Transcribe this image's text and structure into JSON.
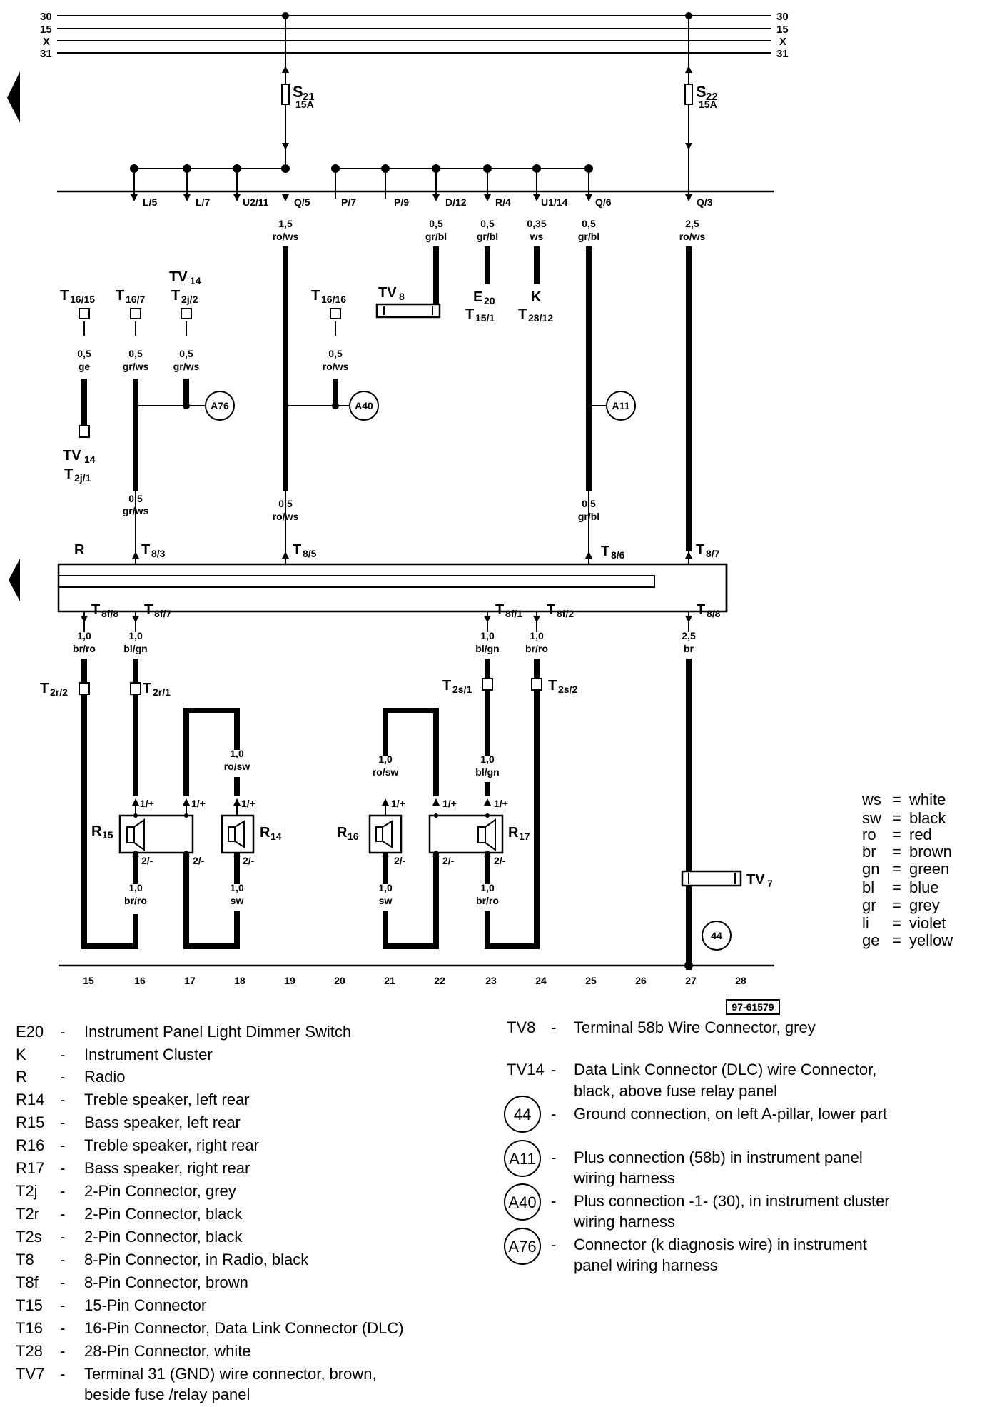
{
  "bus_labels": {
    "b30": "30",
    "b15": "15",
    "bx": "X",
    "b31": "31"
  },
  "fuses": {
    "s21": {
      "name": "S",
      "sub": "21",
      "rating": "15A"
    },
    "s22": {
      "name": "S",
      "sub": "22",
      "rating": "15A"
    }
  },
  "pins_top": [
    "L/5",
    "L/7",
    "U2/11",
    "Q/5",
    "P/7",
    "P/9",
    "D/12",
    "R/4",
    "U1/14",
    "Q/6",
    "Q/3"
  ],
  "wires_top": {
    "w19": {
      "size": "1,5",
      "color": "ro/ws"
    },
    "w22": {
      "size": "0,5",
      "color": "gr/bl"
    },
    "w23": {
      "size": "0,5",
      "color": "gr/bl"
    },
    "w24": {
      "size": "0,35",
      "color": "ws"
    },
    "w25": {
      "size": "0,5",
      "color": "gr/bl"
    },
    "w27": {
      "size": "2,5",
      "color": "ro/ws"
    }
  },
  "connectors": {
    "t16_15": {
      "main": "T",
      "sub": "16/15"
    },
    "t16_7": {
      "main": "T",
      "sub": "16/7"
    },
    "tv14_top": {
      "main": "TV",
      "sub": "14"
    },
    "t2j2": {
      "main": "T",
      "sub": "2j/2"
    },
    "t16_16": {
      "main": "T",
      "sub": "16/16"
    },
    "tv8": {
      "main": "TV",
      "sub": "8"
    },
    "e20": {
      "main": "E",
      "sub": "20"
    },
    "t15_1": {
      "main": "T",
      "sub": "15/1"
    },
    "k": {
      "main": "K"
    },
    "t28_12": {
      "main": "T",
      "sub": "28/12"
    },
    "tv14_bot": {
      "main": "TV",
      "sub": "14"
    },
    "t2j1": {
      "main": "T",
      "sub": "2j/1"
    }
  },
  "wires_mid": {
    "m15a": {
      "size": "0,5",
      "color": "ge"
    },
    "m16a": {
      "size": "0,5",
      "color": "gr/ws"
    },
    "m17a": {
      "size": "0,5",
      "color": "gr/ws"
    },
    "m19a": {
      "size": "0,5",
      "color": "ro/ws"
    },
    "m16b": {
      "size": "0,5",
      "color": "gr/ws"
    },
    "m19b": {
      "size": "0,5",
      "color": "ro/ws"
    },
    "m25b": {
      "size": "0,5",
      "color": "gr/bl"
    }
  },
  "circles": {
    "a76": "A76",
    "a40": "A40",
    "a11": "A11",
    "g44": "44"
  },
  "radio": {
    "label": "R",
    "t8_3": {
      "main": "T",
      "sub": "8/3"
    },
    "t8_5": {
      "main": "T",
      "sub": "8/5"
    },
    "t8_6": {
      "main": "T",
      "sub": "8/6"
    },
    "t8_7": {
      "main": "T",
      "sub": "8/7"
    },
    "t8f_8": {
      "main": "T",
      "sub": "8f/8"
    },
    "t8f_7": {
      "main": "T",
      "sub": "8f/7"
    },
    "t8f_1": {
      "main": "T",
      "sub": "8f/1"
    },
    "t8f_2": {
      "main": "T",
      "sub": "8f/2"
    },
    "t8_8": {
      "main": "T",
      "sub": "8/8"
    }
  },
  "wires_low": {
    "l15": {
      "size": "1,0",
      "color": "br/ro"
    },
    "l16": {
      "size": "1,0",
      "color": "bl/gn"
    },
    "l23": {
      "size": "1,0",
      "color": "bl/gn"
    },
    "l24": {
      "size": "1,0",
      "color": "br/ro"
    },
    "l27": {
      "size": "2,5",
      "color": "br"
    },
    "l18": {
      "size": "1,0",
      "color": "ro/sw"
    },
    "l21": {
      "size": "1,0",
      "color": "ro/sw"
    },
    "l23b": {
      "size": "1,0",
      "color": "bl/gn"
    },
    "l16c": {
      "size": "1,0",
      "color": "br/ro"
    },
    "l18c": {
      "size": "1,0",
      "color": "sw"
    },
    "l21c": {
      "size": "1,0",
      "color": "sw"
    },
    "l23c": {
      "size": "1,0",
      "color": "br/ro"
    }
  },
  "speaker_conns": {
    "t2r2": {
      "main": "T",
      "sub": "2r/2"
    },
    "t2r1": {
      "main": "T",
      "sub": "2r/1"
    },
    "t2s1": {
      "main": "T",
      "sub": "2s/1"
    },
    "t2s2": {
      "main": "T",
      "sub": "2s/2"
    }
  },
  "speakers": {
    "r15": {
      "main": "R",
      "sub": "15"
    },
    "r14": {
      "main": "R",
      "sub": "14"
    },
    "r16": {
      "main": "R",
      "sub": "16"
    },
    "r17": {
      "main": "R",
      "sub": "17"
    }
  },
  "pin_marks": {
    "plus": "1/+",
    "minus": "2/-"
  },
  "tv7": {
    "main": "TV",
    "sub": "7"
  },
  "tracks": [
    "15",
    "16",
    "17",
    "18",
    "19",
    "20",
    "21",
    "22",
    "23",
    "24",
    "25",
    "26",
    "27",
    "28"
  ],
  "diagram_code": "97-61579",
  "color_key": [
    {
      "abbr": "ws",
      "name": "white"
    },
    {
      "abbr": "sw",
      "name": "black"
    },
    {
      "abbr": "ro",
      "name": "red"
    },
    {
      "abbr": "br",
      "name": "brown"
    },
    {
      "abbr": "gn",
      "name": "green"
    },
    {
      "abbr": "bl",
      "name": "blue"
    },
    {
      "abbr": "gr",
      "name": "grey"
    },
    {
      "abbr": "li",
      "name": "violet"
    },
    {
      "abbr": "ge",
      "name": "yellow"
    }
  ],
  "legend_left": [
    {
      "code": "E20",
      "desc": "Instrument Panel Light Dimmer Switch"
    },
    {
      "code": "K",
      "desc": "Instrument Cluster"
    },
    {
      "code": "R",
      "desc": "Radio"
    },
    {
      "code": "R14",
      "desc": "Treble speaker, left rear"
    },
    {
      "code": "R15",
      "desc": "Bass speaker, left rear"
    },
    {
      "code": "R16",
      "desc": "Treble speaker, right rear"
    },
    {
      "code": "R17",
      "desc": "Bass speaker, right rear"
    },
    {
      "code": "T2j",
      "desc": "2-Pin Connector, grey"
    },
    {
      "code": "T2r",
      "desc": "2-Pin Connector, black"
    },
    {
      "code": "T2s",
      "desc": "2-Pin Connector, black"
    },
    {
      "code": "T8",
      "desc": "8-Pin Connector, in Radio, black"
    },
    {
      "code": "T8f",
      "desc": "8-Pin Connector, brown"
    },
    {
      "code": "T15",
      "desc": "15-Pin Connector"
    },
    {
      "code": "T16",
      "desc": "16-Pin Connector, Data Link Connector (DLC)"
    },
    {
      "code": "T28",
      "desc": "28-Pin Connector, white"
    },
    {
      "code": "TV7",
      "desc": "Terminal 31 (GND) wire connector, brown,",
      "desc2": "beside fuse /relay panel"
    }
  ],
  "legend_right": [
    {
      "code": "TV8",
      "desc": "Terminal 58b Wire Connector, grey"
    },
    {
      "code": "TV14",
      "desc": "Data Link Connector (DLC) wire Connector,",
      "desc2": "black, above fuse relay panel"
    },
    {
      "code": "44",
      "circled": true,
      "desc": "Ground connection, on left A-pillar, lower part"
    },
    {
      "code": "A11",
      "circled": true,
      "desc": "Plus connection (58b) in instrument panel",
      "desc2": "wiring harness"
    },
    {
      "code": "A40",
      "circled": true,
      "desc": "Plus connection -1- (30), in instrument cluster",
      "desc2": "wiring harness"
    },
    {
      "code": "A76",
      "circled": true,
      "desc": "Connector (k diagnosis wire) in instrument",
      "desc2": "panel wiring harness"
    }
  ],
  "dash": "-"
}
